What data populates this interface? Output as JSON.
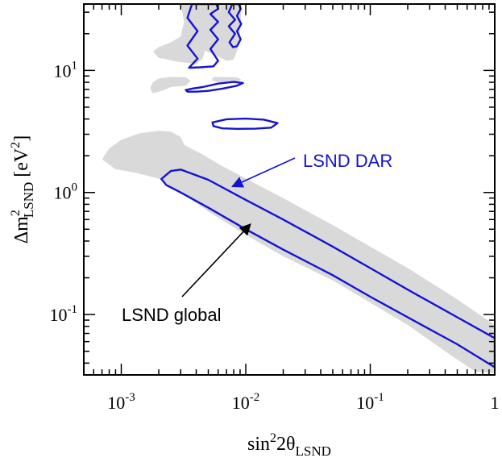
{
  "chart_data": {
    "type": "contour",
    "x_scale": "log",
    "y_scale": "log",
    "xlim": [
      0.0005,
      1.0
    ],
    "ylim": [
      0.032,
      35
    ],
    "grid": false,
    "x_ticks": [
      {
        "value": 0.001,
        "base": "10",
        "exp": "-3"
      },
      {
        "value": 0.01,
        "base": "10",
        "exp": "-2"
      },
      {
        "value": 0.1,
        "base": "10",
        "exp": "-1"
      },
      {
        "value": 1,
        "base": "1",
        "exp": ""
      }
    ],
    "y_ticks": [
      {
        "value": 0.1,
        "base": "10",
        "exp": "-1"
      },
      {
        "value": 1,
        "base": "10",
        "exp": "0"
      },
      {
        "value": 10,
        "base": "10",
        "exp": "1"
      }
    ],
    "xlabel": {
      "pre": "sin",
      "sup": "2",
      "mid": "2θ",
      "sub": "LSND"
    },
    "ylabel": {
      "pre": "Δm",
      "sup": "2",
      "sub": "LSND",
      "post": " [eV",
      "post_sup": "2",
      "end": "]"
    },
    "colors": {
      "global": "#d9d9d9",
      "dar": "#1414d2",
      "arrow_global": "#000000",
      "arrow_dar": "#1414d2"
    },
    "annotations": [
      {
        "text": "LSND DAR",
        "color": "#1414d2",
        "pointer": {
          "x": 0.0078,
          "y": 1.12
        }
      },
      {
        "text": "LSND global",
        "color": "#000000",
        "pointer": {
          "x": 0.0109,
          "y": 0.55
        }
      }
    ],
    "series": [
      {
        "name": "LSND global",
        "style": "filled",
        "regions": [
          [
            [
              0.0007,
              1.87
            ],
            [
              0.0008,
              2.3
            ],
            [
              0.001,
              2.7
            ],
            [
              0.0014,
              3.05
            ],
            [
              0.002,
              3.2
            ],
            [
              0.0025,
              3.15
            ],
            [
              0.003,
              2.85
            ],
            [
              0.0032,
              2.45
            ],
            [
              0.0045,
              2.05
            ],
            [
              0.006,
              1.72
            ],
            [
              0.01,
              1.3
            ],
            [
              0.02,
              0.9
            ],
            [
              0.05,
              0.54
            ],
            [
              0.1,
              0.36
            ],
            [
              0.2,
              0.24
            ],
            [
              0.5,
              0.133
            ],
            [
              1.0,
              0.082
            ],
            [
              1.0,
              0.033
            ],
            [
              0.7,
              0.034
            ],
            [
              0.4,
              0.05
            ],
            [
              0.2,
              0.082
            ],
            [
              0.1,
              0.125
            ],
            [
              0.05,
              0.19
            ],
            [
              0.02,
              0.3
            ],
            [
              0.01,
              0.45
            ],
            [
              0.005,
              0.7
            ],
            [
              0.003,
              1.0
            ],
            [
              0.002,
              1.3
            ],
            [
              0.0013,
              1.45
            ],
            [
              0.0009,
              1.55
            ]
          ],
          [
            [
              0.003,
              35
            ],
            [
              0.0032,
              25
            ],
            [
              0.003,
              19
            ],
            [
              0.0025,
              17
            ],
            [
              0.002,
              15.5
            ],
            [
              0.0018,
              14.3
            ],
            [
              0.002,
              12.7
            ],
            [
              0.0028,
              11.8
            ],
            [
              0.004,
              11.3
            ],
            [
              0.0045,
              12.5
            ],
            [
              0.0047,
              14.5
            ],
            [
              0.006,
              13
            ],
            [
              0.007,
              12
            ],
            [
              0.008,
              12.3
            ],
            [
              0.0086,
              15
            ],
            [
              0.009,
              20
            ],
            [
              0.0093,
              35
            ]
          ],
          [
            [
              0.002,
              8.6
            ],
            [
              0.0025,
              8.85
            ],
            [
              0.0033,
              8.8
            ],
            [
              0.0036,
              8.2
            ],
            [
              0.0033,
              7.5
            ],
            [
              0.0025,
              7.3
            ],
            [
              0.0022,
              6.9
            ],
            [
              0.0018,
              6.5
            ],
            [
              0.0017,
              7.2
            ],
            [
              0.0018,
              8.0
            ]
          ],
          [
            [
              0.0055,
              8.85
            ],
            [
              0.0085,
              8.8
            ],
            [
              0.0092,
              8.4
            ],
            [
              0.0085,
              8.0
            ],
            [
              0.0065,
              7.9
            ],
            [
              0.0053,
              8.3
            ]
          ]
        ]
      },
      {
        "name": "LSND DAR",
        "style": "line",
        "regions": [
          [
            [
              0.0021,
              1.29
            ],
            [
              0.0025,
              1.5
            ],
            [
              0.003,
              1.54
            ],
            [
              0.005,
              1.27
            ],
            [
              0.01,
              0.87
            ],
            [
              0.02,
              0.6
            ],
            [
              0.05,
              0.36
            ],
            [
              0.1,
              0.24
            ],
            [
              0.2,
              0.16
            ],
            [
              0.5,
              0.095
            ],
            [
              1.0,
              0.064
            ],
            [
              1.0,
              0.037
            ],
            [
              0.5,
              0.057
            ],
            [
              0.2,
              0.095
            ],
            [
              0.1,
              0.14
            ],
            [
              0.05,
              0.21
            ],
            [
              0.02,
              0.34
            ],
            [
              0.01,
              0.5
            ],
            [
              0.005,
              0.75
            ],
            [
              0.003,
              1.0
            ],
            [
              0.0023,
              1.15
            ]
          ],
          [
            [
              0.0033,
              6.9
            ],
            [
              0.0037,
              7.1
            ],
            [
              0.0045,
              7.3
            ],
            [
              0.006,
              7.8
            ],
            [
              0.008,
              8.05
            ],
            [
              0.0095,
              7.9
            ],
            [
              0.0085,
              7.5
            ],
            [
              0.0065,
              7.1
            ],
            [
              0.005,
              6.8
            ],
            [
              0.004,
              6.7
            ],
            [
              0.0034,
              6.7
            ]
          ],
          [
            [
              0.0054,
              3.75
            ],
            [
              0.007,
              3.98
            ],
            [
              0.01,
              4.03
            ],
            [
              0.014,
              3.95
            ],
            [
              0.018,
              3.7
            ],
            [
              0.016,
              3.4
            ],
            [
              0.012,
              3.33
            ],
            [
              0.0085,
              3.32
            ],
            [
              0.0065,
              3.35
            ],
            [
              0.0055,
              3.5
            ]
          ],
          [
            [
              0.0037,
              35
            ],
            [
              0.0034,
              27
            ],
            [
              0.0041,
              21
            ],
            [
              0.0034,
              16
            ],
            [
              0.0041,
              12.5
            ],
            [
              0.0035,
              10.5
            ],
            [
              0.0043,
              10.6
            ],
            [
              0.0055,
              10.8
            ],
            [
              0.006,
              12
            ],
            [
              0.0052,
              15
            ],
            [
              0.006,
              18
            ],
            [
              0.0052,
              21.5
            ],
            [
              0.006,
              25
            ],
            [
              0.0052,
              29
            ],
            [
              0.006,
              32
            ],
            [
              0.0058,
              35
            ]
          ],
          [
            [
              0.0078,
              35
            ],
            [
              0.0073,
              30
            ],
            [
              0.0082,
              26
            ],
            [
              0.0073,
              23
            ],
            [
              0.0082,
              20
            ],
            [
              0.0074,
              17
            ],
            [
              0.0079,
              15.5
            ],
            [
              0.0085,
              15.8
            ],
            [
              0.0091,
              18
            ],
            [
              0.0085,
              21
            ],
            [
              0.0092,
              24
            ],
            [
              0.0085,
              28
            ],
            [
              0.0091,
              32
            ],
            [
              0.0088,
              35
            ]
          ]
        ]
      }
    ]
  }
}
